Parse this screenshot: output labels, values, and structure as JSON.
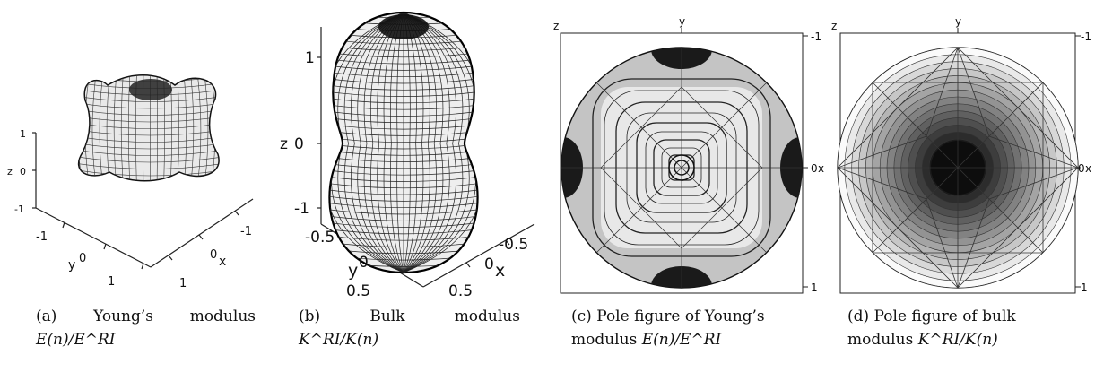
{
  "panels": [
    {
      "id": "a",
      "axes": {
        "z_label": "z",
        "z_ticks": [
          "1",
          "0",
          "-1"
        ],
        "y_label": "y",
        "y_ticks": [
          "-1",
          "0",
          "1"
        ],
        "x_label": "x",
        "x_ticks": [
          "-1",
          "0",
          "1"
        ]
      },
      "caption": {
        "tag": "(a)",
        "words": [
          "Young’s",
          "modulus"
        ],
        "math": "E(n)/E^RI"
      }
    },
    {
      "id": "b",
      "axes": {
        "z_label": "z",
        "z_ticks": [
          "1",
          "0",
          "-1"
        ],
        "y_label": "y",
        "y_ticks": [
          "-0.5",
          "0",
          "0.5"
        ],
        "x_label": "x",
        "x_ticks": [
          "-0.5",
          "0",
          "0.5"
        ]
      },
      "caption": {
        "tag": "(b)",
        "words": [
          "Bulk",
          "modulus"
        ],
        "math": "K^RI/K(n)"
      }
    },
    {
      "id": "c",
      "axes": {
        "top_label": "y",
        "left_label": "z",
        "right_label": "x",
        "right_ticks": [
          "-1",
          "0",
          "1"
        ]
      },
      "caption": {
        "line1": "(c) Pole figure of Young’s",
        "line2_text": "modulus ",
        "math": "E(n)/E^RI"
      }
    },
    {
      "id": "d",
      "axes": {
        "top_label": "y",
        "left_label": "z",
        "right_label": "x",
        "right_ticks": [
          "-1",
          "0",
          "1"
        ]
      },
      "caption": {
        "line1": "(d) Pole figure of bulk",
        "line2_text": "modulus ",
        "math": "K^RI/K(n)"
      }
    }
  ]
}
